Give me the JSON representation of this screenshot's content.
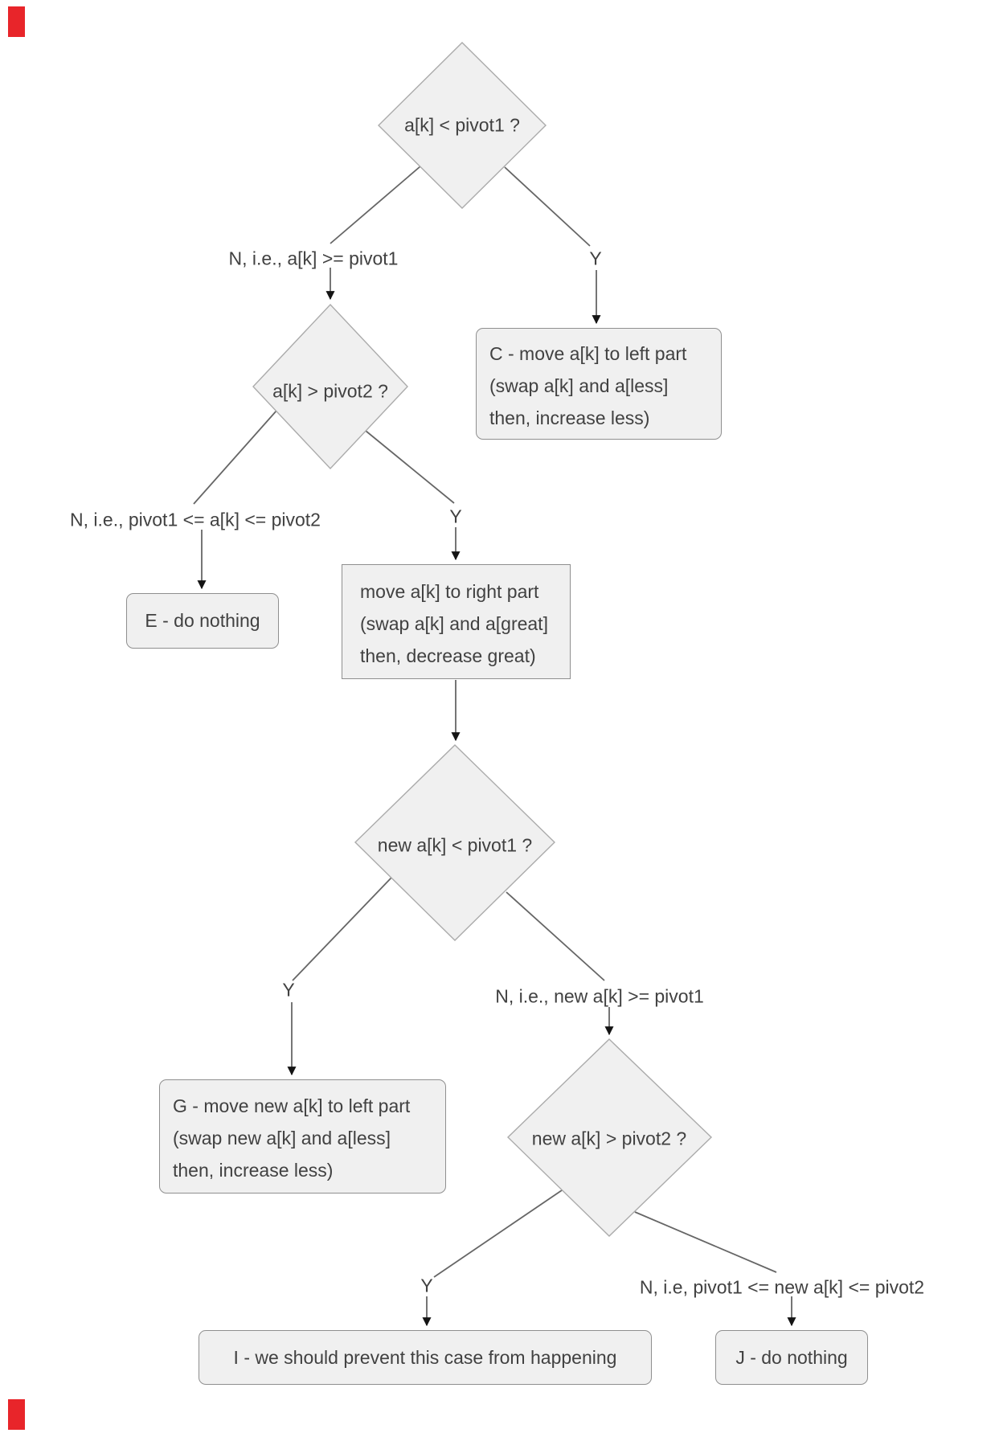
{
  "diagram": {
    "decisions": {
      "d1": "a[k] < pivot1 ?",
      "d2": "a[k] > pivot2 ?",
      "d3": "new a[k] < pivot1 ?",
      "d4": "new a[k] > pivot2 ?"
    },
    "actions": {
      "c": [
        "C - move a[k] to left part",
        "(swap a[k] and a[less]",
        "then, increase less)"
      ],
      "e": "E - do nothing",
      "right": [
        "move a[k] to right part",
        "(swap a[k] and a[great]",
        "then, decrease great)"
      ],
      "g": [
        "G - move new a[k] to left part",
        "(swap new a[k] and a[less]",
        "then, increase less)"
      ],
      "i": "I - we should prevent this case from happening",
      "j": "J - do nothing"
    },
    "branch_labels": {
      "d1_no": "N, i.e., a[k] >= pivot1",
      "d1_yes": "Y",
      "d2_no": "N, i.e., pivot1 <= a[k] <= pivot2",
      "d2_yes": "Y",
      "d3_no": "N, i.e., new a[k] >= pivot1",
      "d3_yes": "Y",
      "d4_no": "N, i.e, pivot1 <= new a[k] <= pivot2",
      "d4_yes": "Y"
    },
    "colors": {
      "node_fill": "#f0f0f0",
      "node_border": "#ababab",
      "box_border": "#8f8f8f",
      "connector": "#666666",
      "arrowhead": "#141414",
      "text": "#414141",
      "edge_marker_red": "#e8252a"
    }
  }
}
